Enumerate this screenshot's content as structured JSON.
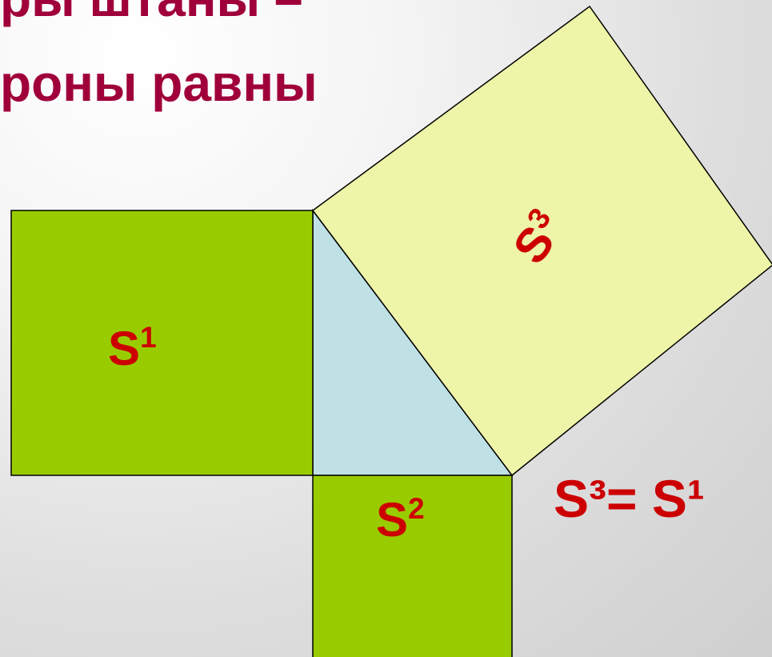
{
  "slide": {
    "title_lines": [
      "ры штаны –",
      "роны равны"
    ]
  },
  "diagram": {
    "square_1": {
      "base": "S",
      "index": "1"
    },
    "square_2": {
      "base": "S",
      "index": "2"
    },
    "square_3": {
      "base": "S",
      "index": "3"
    },
    "formula": "S³= S¹",
    "colors": {
      "leg_squares": "#99cc00",
      "hypotenuse_square": "#eef4a8",
      "triangle": "#bfe1e6",
      "labels": "#cc0000",
      "title": "#a0003a"
    }
  }
}
